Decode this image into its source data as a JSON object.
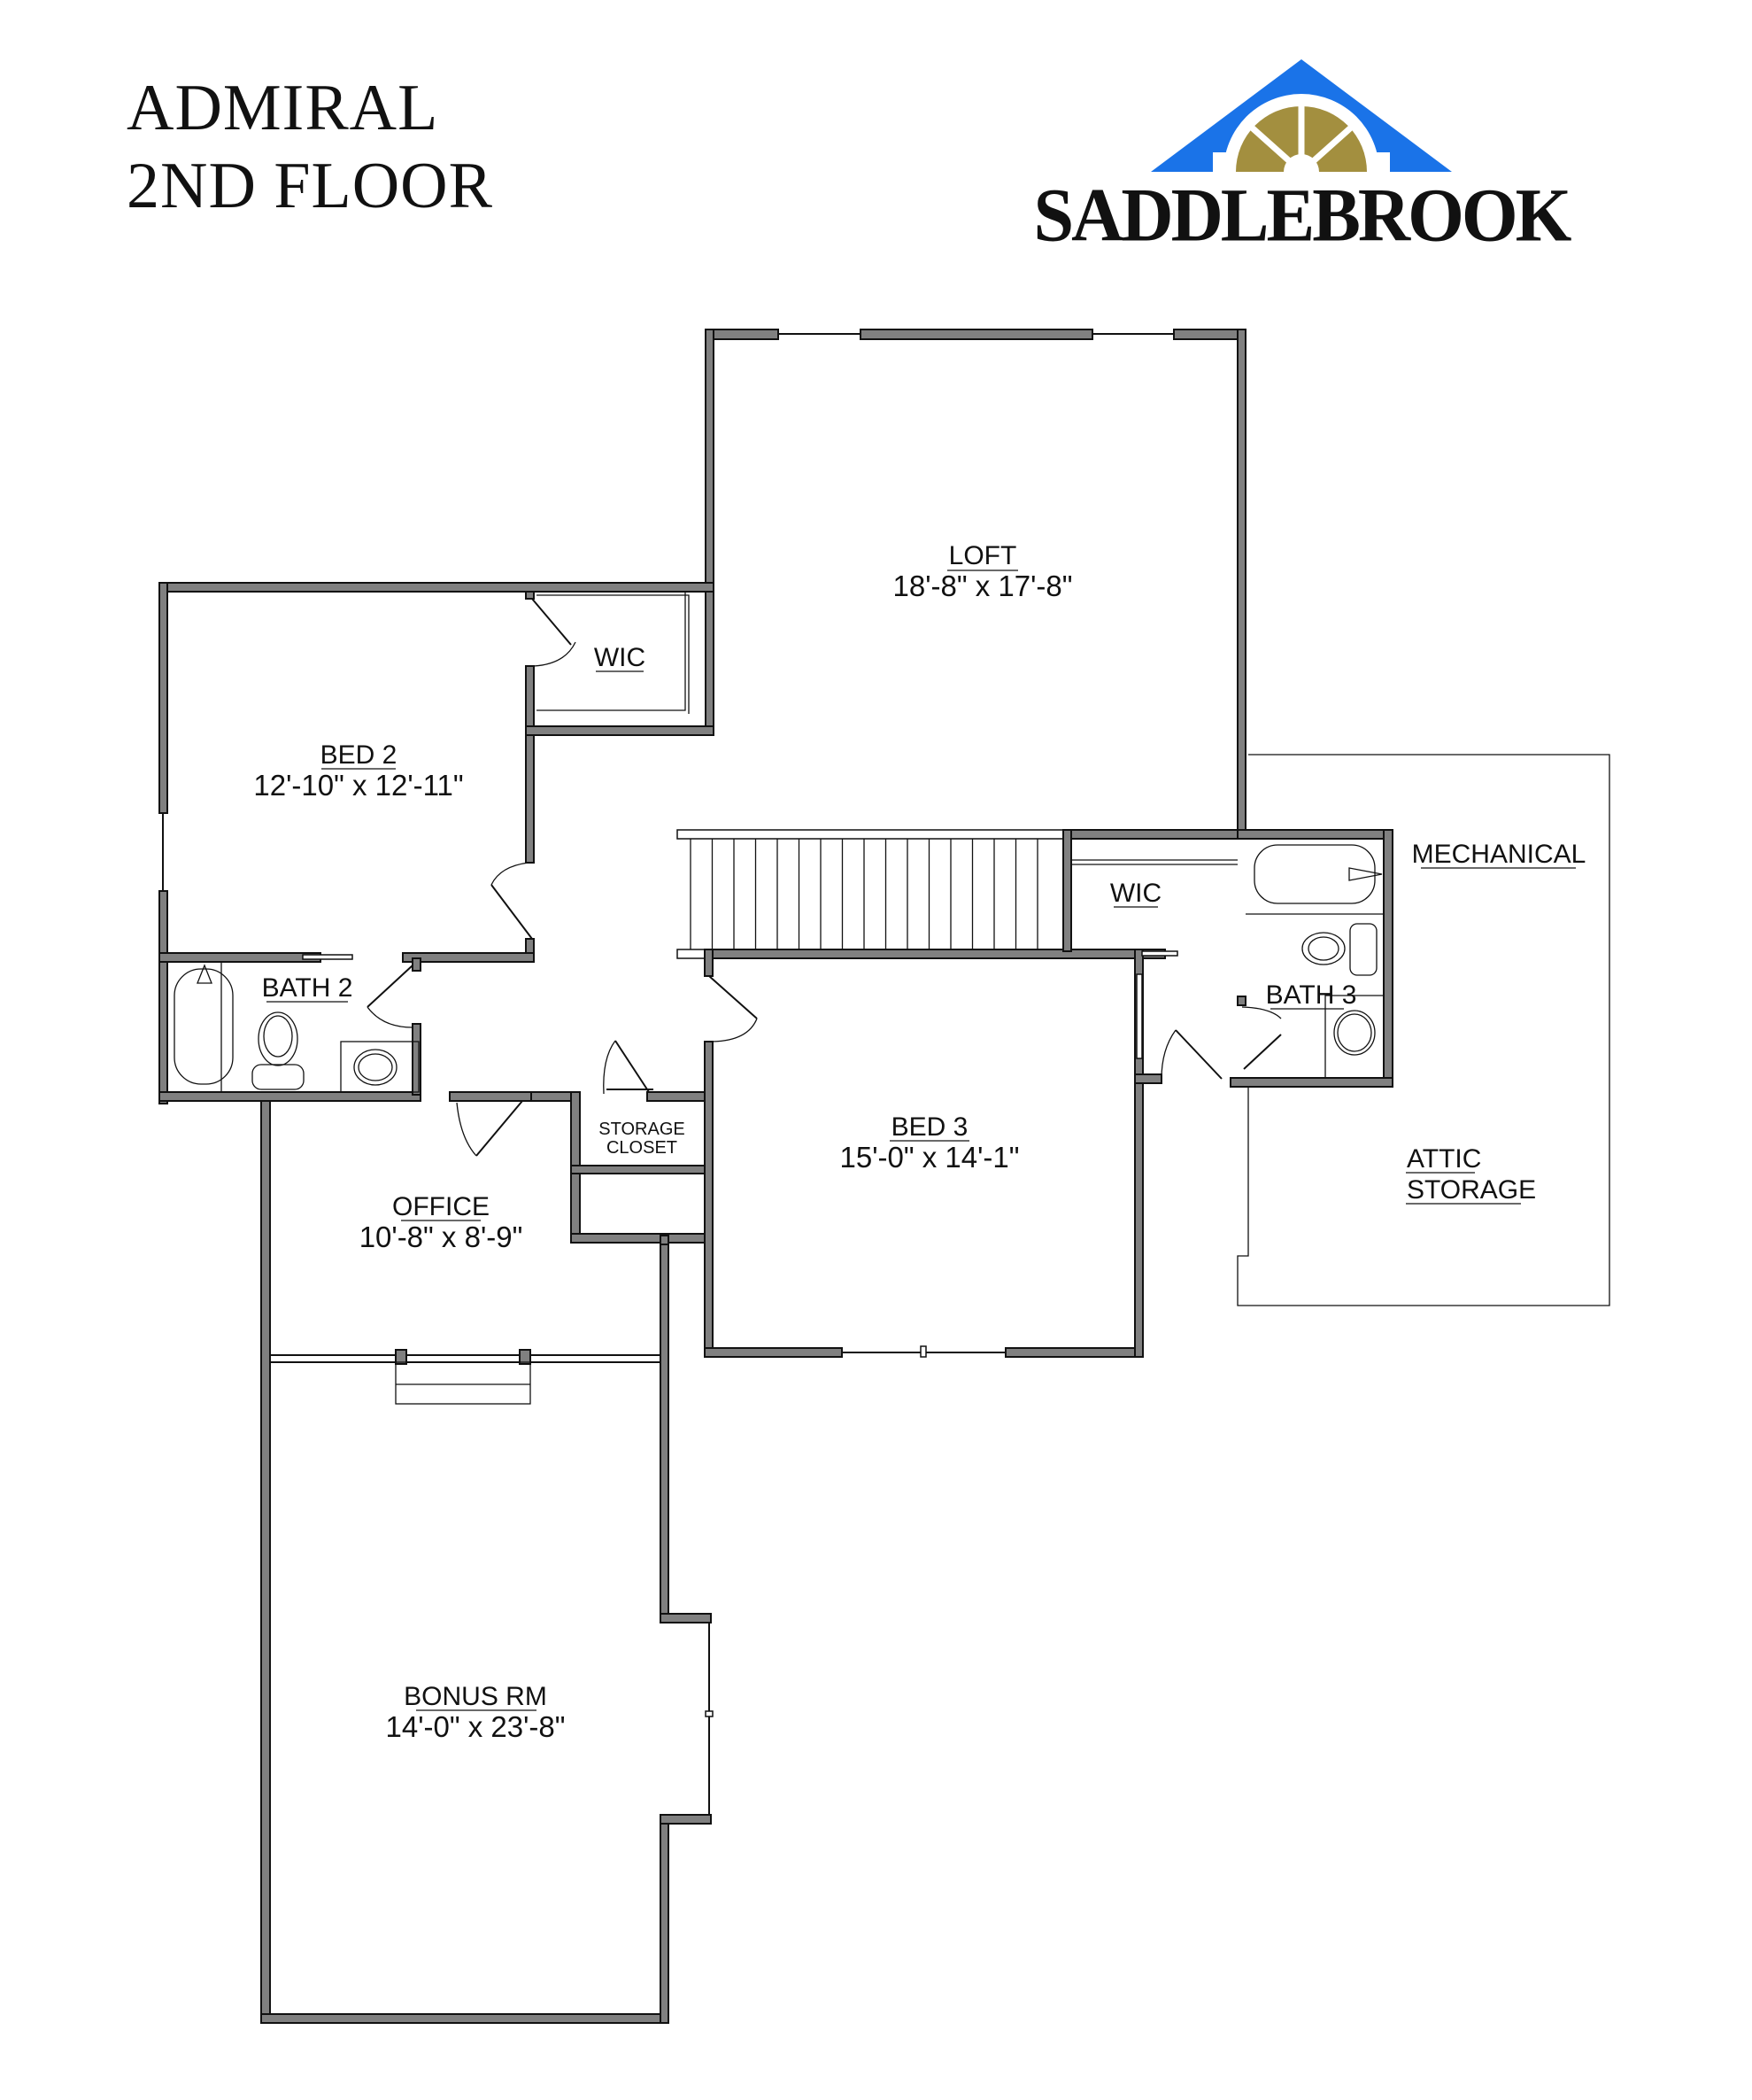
{
  "header": {
    "plan_name": "ADMIRAL",
    "floor": "2ND FLOOR"
  },
  "logo": {
    "wordmark": "SADDLEBROOK",
    "roof_color": "#1a73e8",
    "window_color": "#a38f3f",
    "text_color": "#111111"
  },
  "colors": {
    "wall_fill": "#808080",
    "line": "#111111",
    "background": "#ffffff"
  },
  "rooms": {
    "loft": {
      "name": "LOFT",
      "dimensions": "18'-8\" x 17'-8\""
    },
    "bed2": {
      "name": "BED 2",
      "dimensions": "12'-10\" x 12'-11\""
    },
    "wic_bed2": {
      "name": "WIC"
    },
    "wic_bath3": {
      "name": "WIC"
    },
    "bath2": {
      "name": "BATH 2"
    },
    "bath3": {
      "name": "BATH 3"
    },
    "mechanical": {
      "name": "MECHANICAL"
    },
    "attic": {
      "name_line1": "ATTIC",
      "name_line2": "STORAGE"
    },
    "storage_closet": {
      "name_line1": "STORAGE",
      "name_line2": "CLOSET"
    },
    "bed3": {
      "name": "BED 3",
      "dimensions": "15'-0\" x 14'-1\""
    },
    "office": {
      "name": "OFFICE",
      "dimensions": "10'-8\" x 8'-9\""
    },
    "bonus": {
      "name": "BONUS RM",
      "dimensions": "14'-0\" x 23'-8\""
    }
  }
}
